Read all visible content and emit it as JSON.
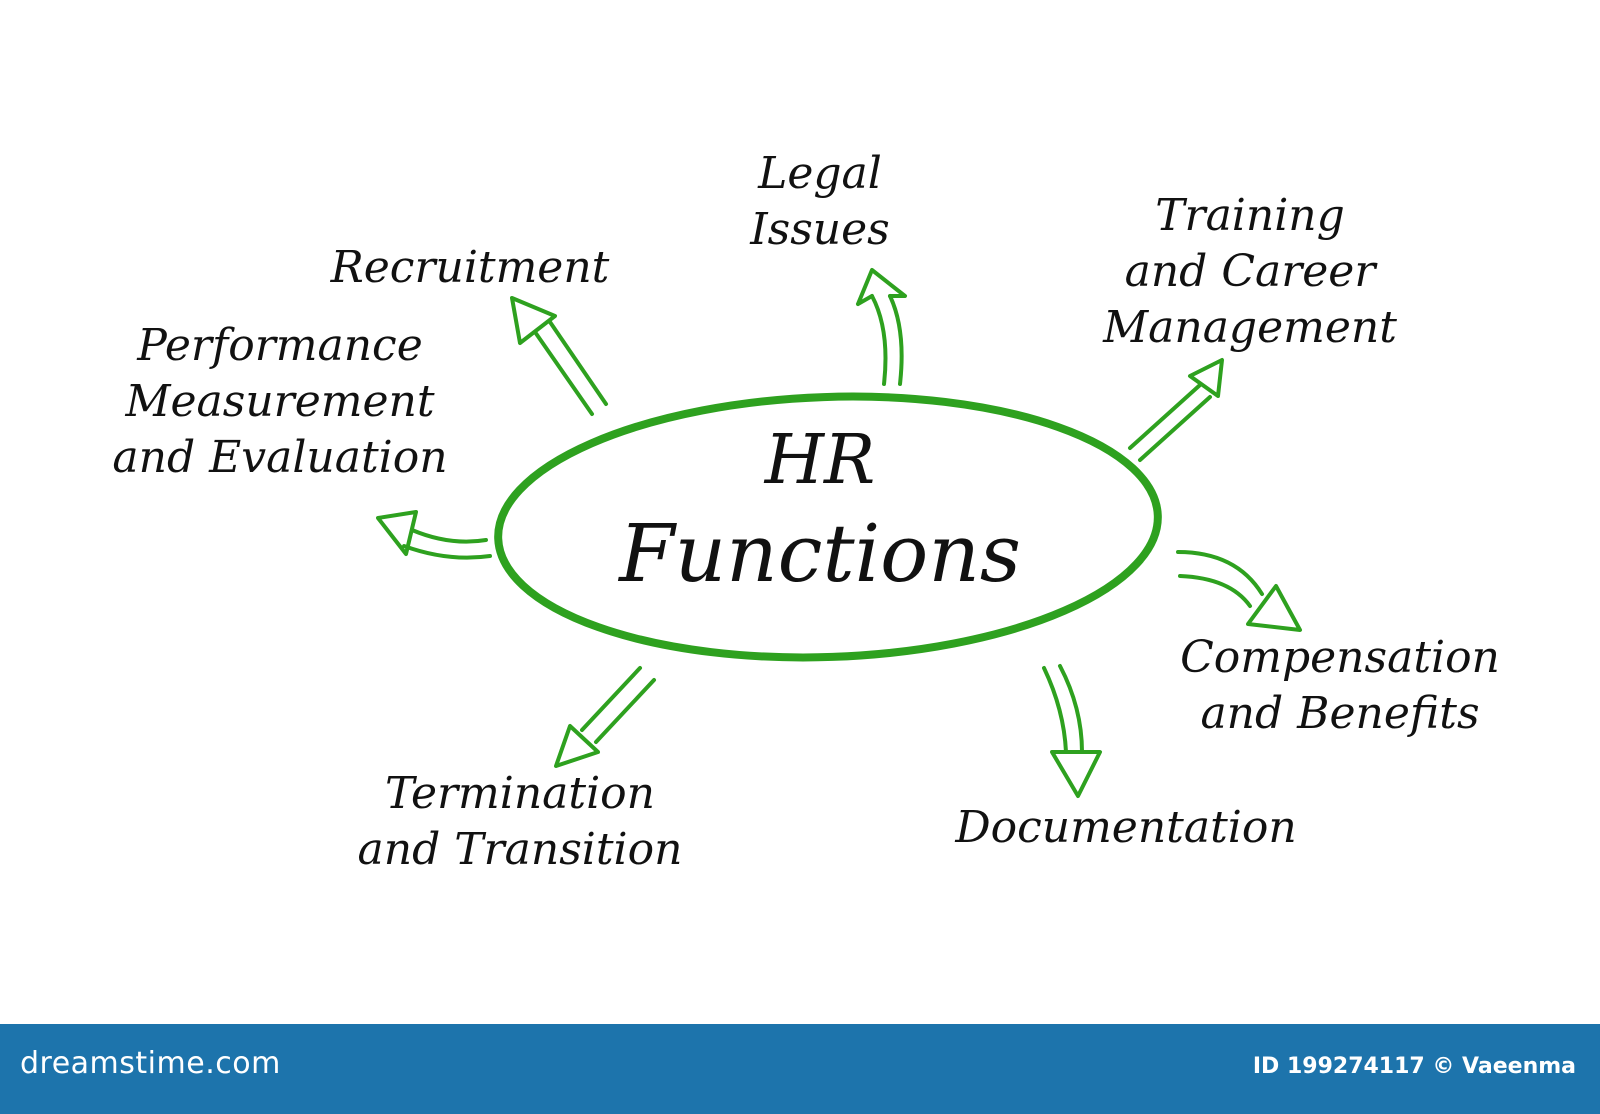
{
  "diagram": {
    "center": {
      "line1": "HR",
      "line2": "Functions"
    },
    "nodes": [
      {
        "id": "legal-issues",
        "lines": [
          "Legal",
          "Issues"
        ]
      },
      {
        "id": "recruitment",
        "lines": [
          "Recruitment"
        ]
      },
      {
        "id": "training",
        "lines": [
          "Training",
          "and Career",
          "Management"
        ]
      },
      {
        "id": "performance",
        "lines": [
          "Performance",
          "Measurement",
          "and Evaluation"
        ]
      },
      {
        "id": "compensation",
        "lines": [
          "Compensation",
          "and Benefits"
        ]
      },
      {
        "id": "termination",
        "lines": [
          "Termination",
          "and Transition"
        ]
      },
      {
        "id": "documentation",
        "lines": [
          "Documentation"
        ]
      }
    ]
  },
  "colors": {
    "accent": "#2ea11f",
    "text": "#111111",
    "footer": "#1d74ac"
  },
  "footer": {
    "brand": "dreamstime.com",
    "id_text": "ID 199274117 © Vaeenma"
  }
}
